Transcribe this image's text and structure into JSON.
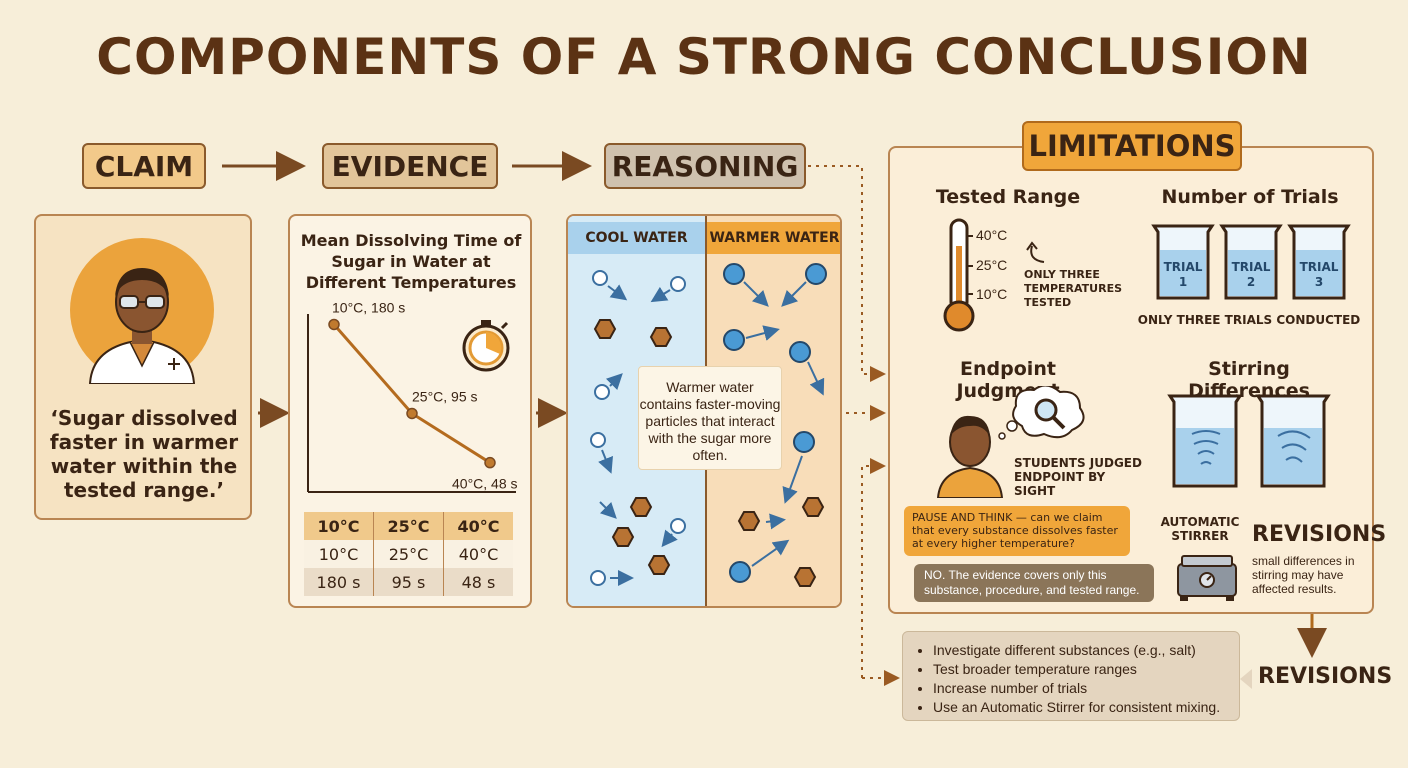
{
  "title": "COMPONENTS OF A STRONG CONCLUSION",
  "stages": {
    "claim": "CLAIM",
    "evidence": "EVIDENCE",
    "reasoning": "REASONING",
    "limitations": "LIMITATIONS"
  },
  "claim": {
    "quote": "‘Sugar dissolved faster in warmer water within the tested range.’"
  },
  "evidence": {
    "chart_title": "Mean Dissolving Time of Sugar in Water at Different Temperatures",
    "point_labels": [
      "10°C, 180 s",
      "25°C, 95 s",
      "40°C, 48 s"
    ],
    "table": {
      "header": [
        "10°C",
        "25°C",
        "40°C"
      ],
      "row1": [
        "10°C",
        "25°C",
        "40°C"
      ],
      "row2": [
        "180 s",
        "95 s",
        "48 s"
      ]
    }
  },
  "chart_data": {
    "type": "line",
    "title": "Mean Dissolving Time of Sugar in Water at Different Temperatures",
    "x": [
      10,
      25,
      40
    ],
    "values": [
      180,
      95,
      48
    ],
    "point_labels": [
      "10°C, 180 s",
      "25°C, 95 s",
      "40°C, 48 s"
    ],
    "grid": false
  },
  "reasoning": {
    "cool_label": "COOL WATER",
    "warm_label": "WARMER WATER",
    "explanation": "Warmer water contains faster-moving particles that interact with the sugar more often."
  },
  "limitations": {
    "tested_range": {
      "heading": "Tested Range",
      "temps": [
        "40°C",
        "25°C",
        "10°C"
      ],
      "note": "ONLY THREE TEMPERATURES TESTED"
    },
    "trials": {
      "heading": "Number of Trials",
      "labels": [
        "TRIAL 1",
        "TRIAL 2",
        "TRIAL 3"
      ],
      "note": "ONLY THREE TRIALS CONDUCTED"
    },
    "endpoint": {
      "heading": "Endpoint Judgment",
      "note": "STUDENTS JUDGED ENDPOINT BY SIGHT"
    },
    "stirring": {
      "heading": "Stirring Differences",
      "stirrer_label": "AUTOMATIC STIRRER",
      "revisions_heading": "REVISIONS",
      "note": "small differences in stirring may have affected results."
    },
    "pause_question": "PAUSE AND THINK — can we claim that every substance dissolves faster at every higher temperature?",
    "pause_answer": "NO. The evidence covers only this substance, procedure, and tested range."
  },
  "revisions": {
    "heading": "REVISIONS",
    "items": [
      "Investigate different substances (e.g., salt)",
      "Test broader temperature ranges",
      "Increase number of trials",
      "Use an  Automatic Stirrer for consistent mixing."
    ]
  },
  "colors": {
    "accent": "#f0a63a",
    "brown": "#5b3214",
    "cool": "#d7ebf6",
    "warm": "#f8ddb9",
    "blue_particle": "#4a9ad4"
  }
}
